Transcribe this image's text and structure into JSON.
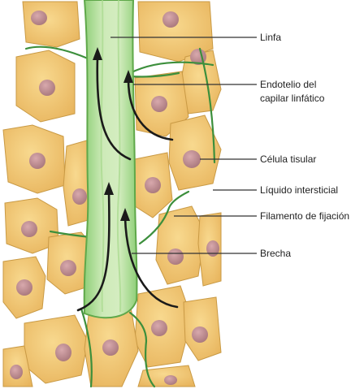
{
  "diagram": {
    "labels": {
      "linfa": "Linfa",
      "endotelio_line1": "Endotelio del",
      "endotelio_line2": "capilar linfático",
      "celula": "Célula tisular",
      "liquido": "Líquido intersticial",
      "filamento": "Filamento de fijación",
      "brecha": "Brecha"
    },
    "colors": {
      "cell_fill": "#f2c873",
      "cell_edge": "#c99a45",
      "nucleus": "#b98a8f",
      "vessel": "#b9e0a0",
      "vessel_edge": "#5fa84a",
      "filament": "#3c8f3c",
      "arrow": "#1a1a1a",
      "leader_line": "#333333"
    }
  }
}
